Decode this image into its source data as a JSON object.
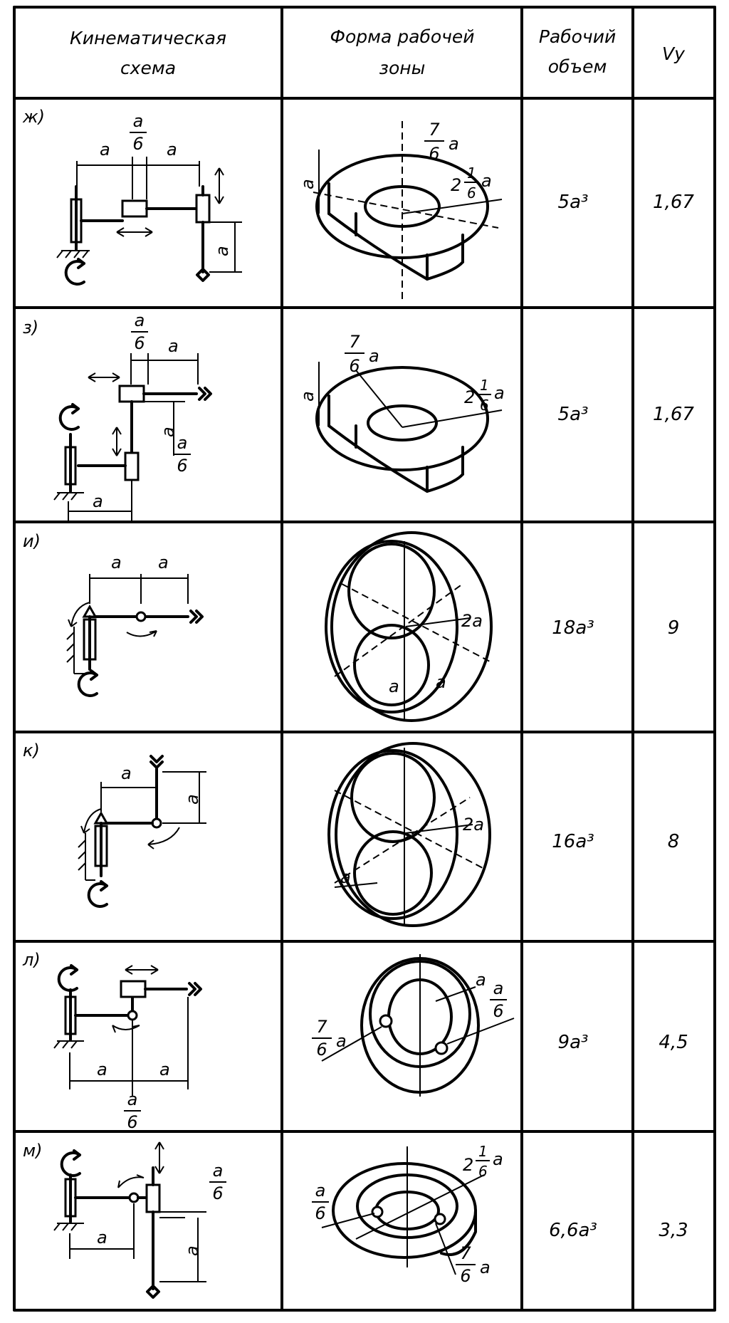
{
  "header": {
    "col1_line1": "Кинематическая",
    "col1_line2": "схема",
    "col2_line1": "Форма рабочей",
    "col2_line2": "зоны",
    "col3_line1": "Рабочий",
    "col3_line2": "объем",
    "col4": "Vу"
  },
  "rows": [
    {
      "label": "ж)",
      "volume": "5a³",
      "vy": "1,67"
    },
    {
      "label": "з)",
      "volume": "5a³",
      "vy": "1,67"
    },
    {
      "label": "и)",
      "volume": "18a³",
      "vy": "9"
    },
    {
      "label": "к)",
      "volume": "16a³",
      "vy": "8"
    },
    {
      "label": "л)",
      "volume": "9a³",
      "vy": "4,5"
    },
    {
      "label": "м)",
      "volume": "6,6a³",
      "vy": "3,3"
    }
  ],
  "dims": {
    "a": "a",
    "frac_num_a": "a",
    "frac_den_6": "6",
    "frac_num_7": "7",
    "two": "2",
    "two_a": "2a",
    "one": "1"
  }
}
